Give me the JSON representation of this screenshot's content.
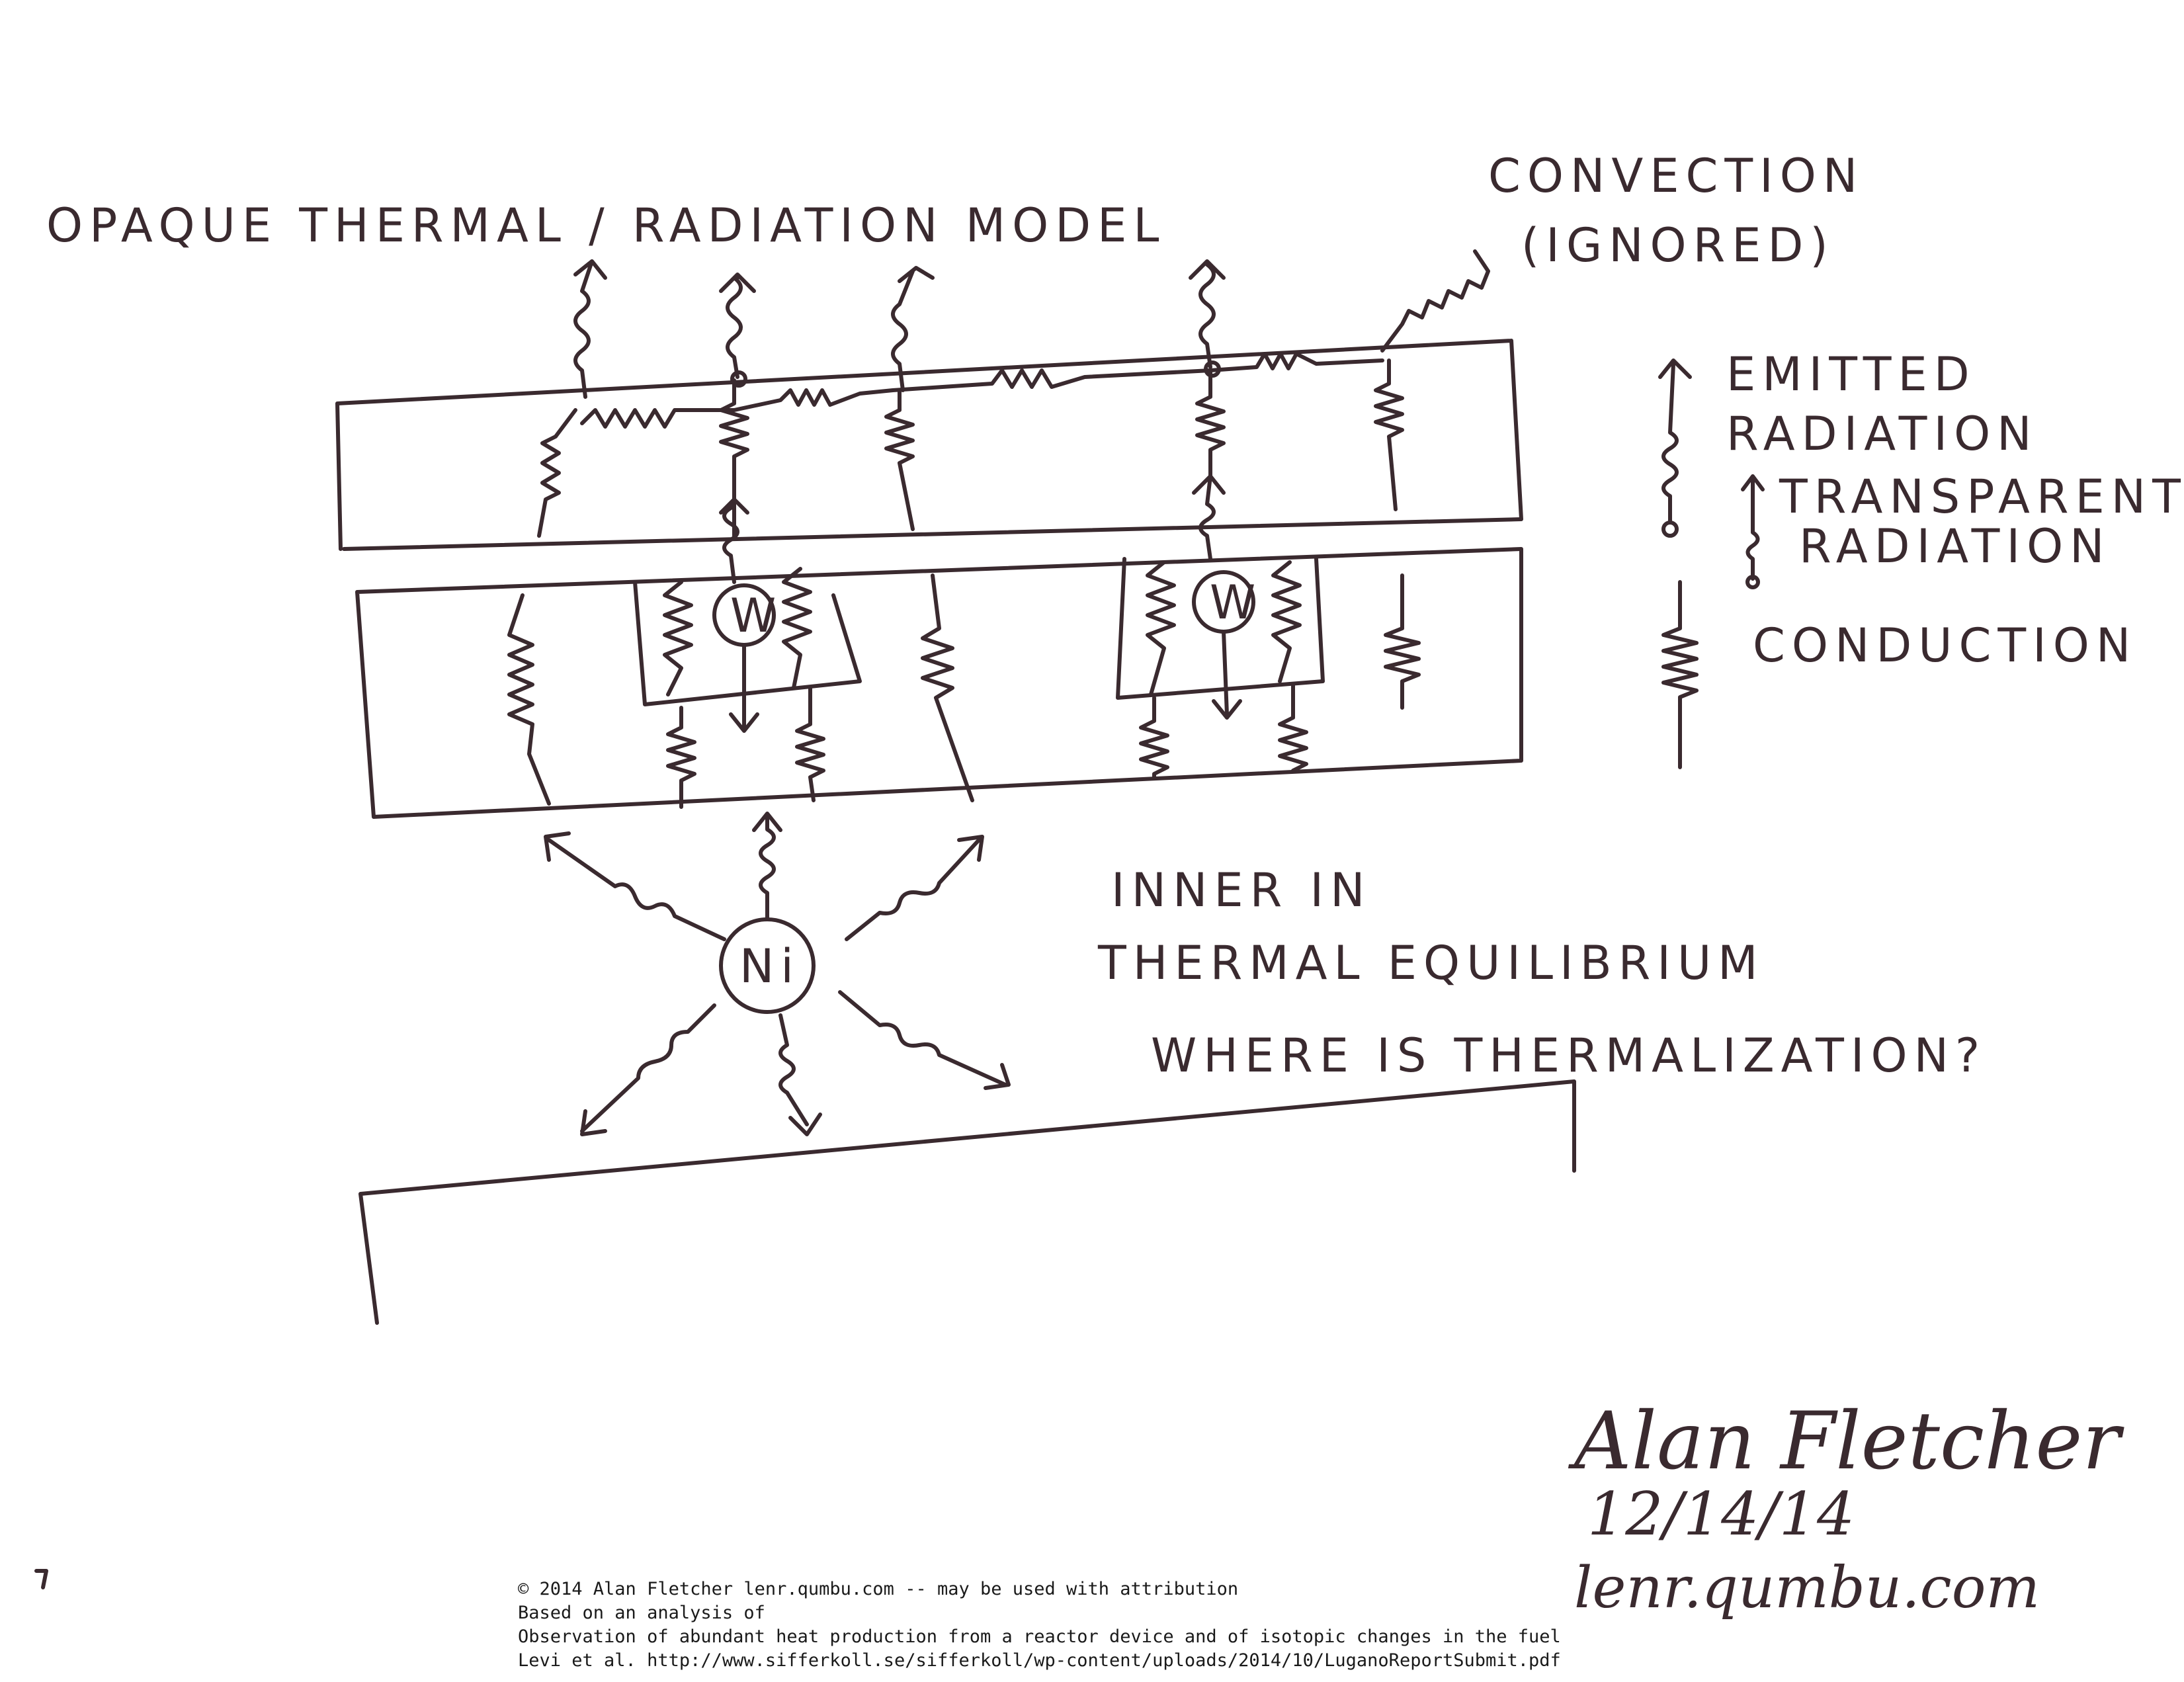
{
  "diagram": {
    "title": "OPAQUE THERMAL / RADIATION MODEL",
    "convection_label": [
      "CONVECTION",
      "(IGNORED)"
    ],
    "legend": {
      "emitted": [
        "EMITTED",
        "RADIATION"
      ],
      "transparent": [
        "TRANSPARENT",
        "RADIATION"
      ],
      "conduction": "CONDUCTION"
    },
    "wire_label": "W",
    "fuel_label": "Ni",
    "notes": [
      "INNER IN",
      "THERMAL EQUILIBRIUM",
      "WHERE IS THERMALIZATION?"
    ]
  },
  "signature": {
    "name": "Alan Fletcher",
    "date": "12/14/14",
    "site": "lenr.qumbu.com"
  },
  "footer": {
    "line1": "© 2014 Alan Fletcher lenr.qumbu.com  -- may be used with attribution",
    "line2": "Based on an analysis of",
    "line3": "Observation of abundant heat production from a reactor device and of isotopic changes in the fuel",
    "line4": "Levi et al. http://www.sifferkoll.se/sifferkoll/wp-content/uploads/2014/10/LuganoReportSubmit.pdf"
  }
}
